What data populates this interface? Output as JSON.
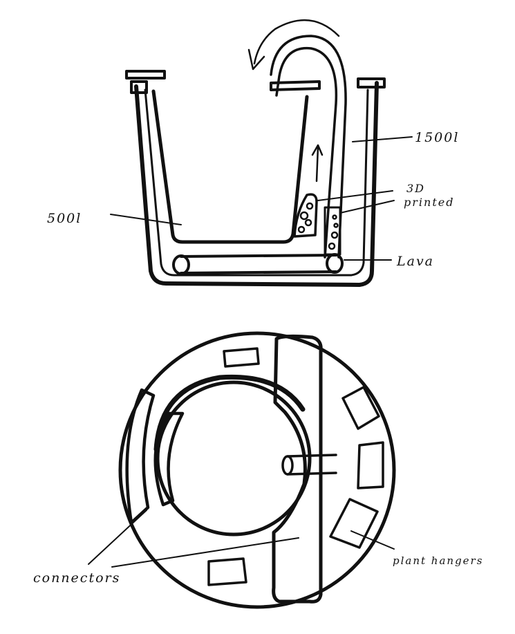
{
  "labels": {
    "outer_volume": "1500l",
    "inner_volume": "500l",
    "printed_line1": "3D",
    "printed_line2": "printed",
    "lava": "Lava",
    "plant_hangers": "plant hangers",
    "connectors": "connectors"
  },
  "colors": {
    "ink": "#111111",
    "paper": "#ffffff"
  }
}
